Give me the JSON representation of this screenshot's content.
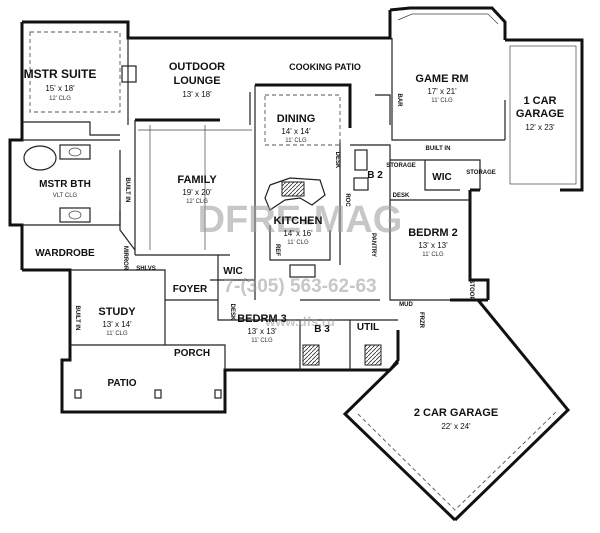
{
  "rooms": {
    "mstr_suite": {
      "name": "MSTR SUITE",
      "dim": "15' x 18'",
      "clg": "12' CLG"
    },
    "outdoor_lounge": {
      "name1": "OUTDOOR",
      "name2": "LOUNGE",
      "dim": "13' x 18'"
    },
    "cooking_patio": {
      "name": "COOKING PATIO"
    },
    "game_rm": {
      "name": "GAME RM",
      "dim": "17' x 21'",
      "clg": "11' CLG"
    },
    "car_garage_1": {
      "name1": "1 CAR",
      "name2": "GARAGE",
      "dim": "12' x 23'"
    },
    "dining": {
      "name": "DINING",
      "dim": "14' x 14'",
      "clg": "11' CLG"
    },
    "family": {
      "name": "FAMILY",
      "dim": "19' x 20'",
      "clg": "12' CLG"
    },
    "mstr_bth": {
      "name": "MSTR BTH",
      "note": "VLT CLG"
    },
    "kitchen": {
      "name": "KITCHEN",
      "dim": "14' x 16'",
      "clg": "11' CLG"
    },
    "b2": {
      "name": "B 2"
    },
    "wic_top": {
      "name": "WIC"
    },
    "bedrm_2": {
      "name": "BEDRM 2",
      "dim": "13' x 13'",
      "clg": "11' CLG"
    },
    "wardrobe": {
      "name": "WARDROBE"
    },
    "wic_mid": {
      "name": "WIC"
    },
    "foyer": {
      "name": "FOYER"
    },
    "study": {
      "name": "STUDY",
      "dim": "13' x 14'",
      "clg": "11' CLG"
    },
    "bedrm_3": {
      "name": "BEDRM 3",
      "dim": "13' x 13'",
      "clg": "11' CLG"
    },
    "b3": {
      "name": "B 3"
    },
    "util": {
      "name": "UTIL"
    },
    "porch": {
      "name": "PORCH"
    },
    "patio": {
      "name": "PATIO"
    },
    "car_garage_2": {
      "name": "2 CAR GARAGE",
      "dim": "22' x 24'"
    }
  },
  "labels": {
    "built_in": "BUILT IN",
    "built_in_2": "BUILT IN",
    "built_in_3": "BUILT IN",
    "storage_1": "STORAGE",
    "storage_2": "STORAGE",
    "desk_1": "DESK",
    "desk_2": "DESK",
    "desk_3": "DESK",
    "bar": "BAR",
    "ref": "REF",
    "pantry": "PANTRY",
    "roc": "ROC",
    "mirror": "MIRROR",
    "shlvs": "SHLVS",
    "mud": "MUD",
    "stoop": "STOOP",
    "frzr": "FRZR"
  },
  "watermark": {
    "brand": "DFRE-MAG",
    "phone": "7-(305) 563-62-63",
    "site": "www.dfs.ru"
  }
}
